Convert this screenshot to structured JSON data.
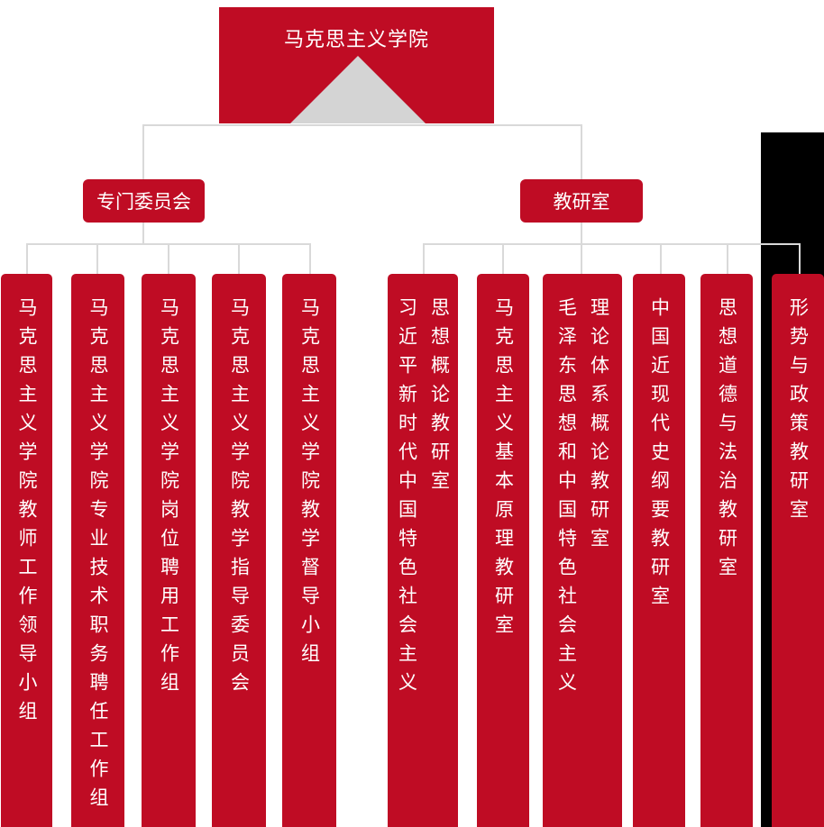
{
  "title": "马克思主义学院",
  "branches": [
    {
      "label": "专门委员会",
      "children": [
        {
          "full_name": "马克思主义学院教师工作领导小组",
          "columns": [
            "马克思主义学院教师工作领导小组"
          ]
        },
        {
          "full_name": "马克思主义学院专业技术职务聘任工作组",
          "columns": [
            "马克思主义学院专业技术职务聘任工作组"
          ]
        },
        {
          "full_name": "马克思主义学院岗位聘用工作组",
          "columns": [
            "马克思主义学院岗位聘用工作组"
          ]
        },
        {
          "full_name": "马克思主义学院教学指导委员会",
          "columns": [
            "马克思主义学院教学指导委员会"
          ]
        },
        {
          "full_name": "马克思主义学院教学督导小组",
          "columns": [
            "马克思主义学院教学督导小组"
          ]
        }
      ]
    },
    {
      "label": "教研室",
      "children": [
        {
          "full_name": "习近平新时代中国特色社会主义思想概论教研室",
          "columns": [
            "习近平新时代中国特色社会主义",
            "思想概论教研室"
          ]
        },
        {
          "full_name": "马克思主义基本原理教研室",
          "columns": [
            "马克思主义基本原理教研室"
          ]
        },
        {
          "full_name": "毛泽东思想和中国特色社会主义理论体系概论教研室",
          "columns": [
            "毛泽东思想和中国特色社会主义",
            "理论体系概论教研室"
          ]
        },
        {
          "full_name": "中国近现代史纲要教研室",
          "columns": [
            "中国近现代史纲要教研室"
          ]
        },
        {
          "full_name": "思想道德与法治教研室",
          "columns": [
            "思想道德与法治教研室"
          ]
        },
        {
          "full_name": "形势与政策教研室",
          "columns": [
            "形势与政策教研室"
          ]
        }
      ]
    }
  ],
  "colors": {
    "primary_red": "#bf0c24",
    "line_gray": "#d9d9d9",
    "triangle_gray": "#d4d4d4",
    "side_panel_black": "#000000",
    "text_white": "#ffffff"
  }
}
